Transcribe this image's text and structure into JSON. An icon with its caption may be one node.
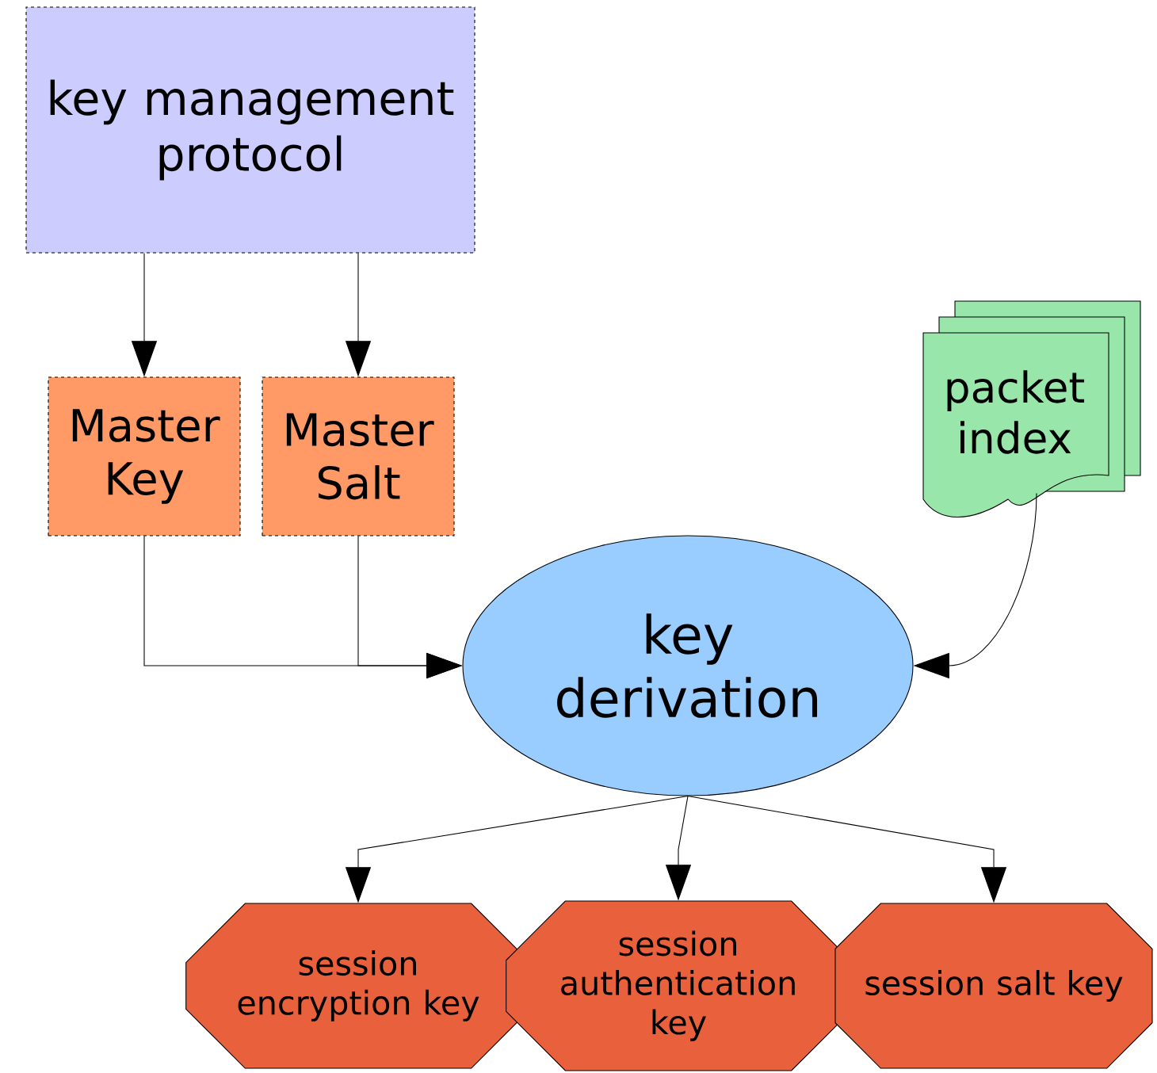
{
  "diagram": {
    "nodes": [
      {
        "text": [
          "key management protocol"
        ]
      },
      {
        "text": [
          "Master Key"
        ]
      },
      {
        "text": [
          "Master Salt"
        ]
      },
      {
        "text": [
          "packet index"
        ]
      },
      {
        "text": [
          "key derivation"
        ]
      },
      {
        "text": [
          "session encryption key"
        ]
      },
      {
        "text": [
          "session authentication key"
        ]
      },
      {
        "text": [
          "session salt key"
        ]
      }
    ],
    "edges": [
      {
        "from": 0,
        "to": 1,
        "arrow": "to"
      },
      {
        "from": 0,
        "to": 2,
        "arrow": "to"
      },
      {
        "from": 1,
        "to": 4,
        "arrow": "to"
      },
      {
        "from": 2,
        "to": 4,
        "arrow": "to"
      },
      {
        "from": 3,
        "to": 4,
        "arrow": "to"
      },
      {
        "from": 4,
        "to": 5,
        "arrow": "to"
      },
      {
        "from": 4,
        "to": 6,
        "arrow": "to"
      },
      {
        "from": 4,
        "to": 7,
        "arrow": "to"
      }
    ]
  }
}
